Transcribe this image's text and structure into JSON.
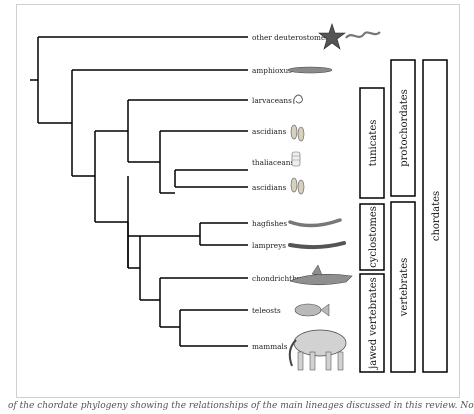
{
  "tree": {
    "taxa": [
      "other deuterostomes",
      "amphioxus",
      "larvaceans",
      "ascidians",
      "thaliaceans",
      "ascidians",
      "hagfishes",
      "lampreys",
      "chondrichthyes",
      "teleosts",
      "mammals"
    ]
  },
  "groups": {
    "tunicates": "tunicates",
    "protochordates": "protochordates",
    "chordates": "chordates",
    "cyclostomes": "cyclostomes",
    "vertebrates": "vertebrates",
    "jawed_vertebrates": "jawed vertebrates"
  },
  "caption": "of the chordate phylogeny showing the relationships of the main lineages discussed in this review. Note that the position"
}
